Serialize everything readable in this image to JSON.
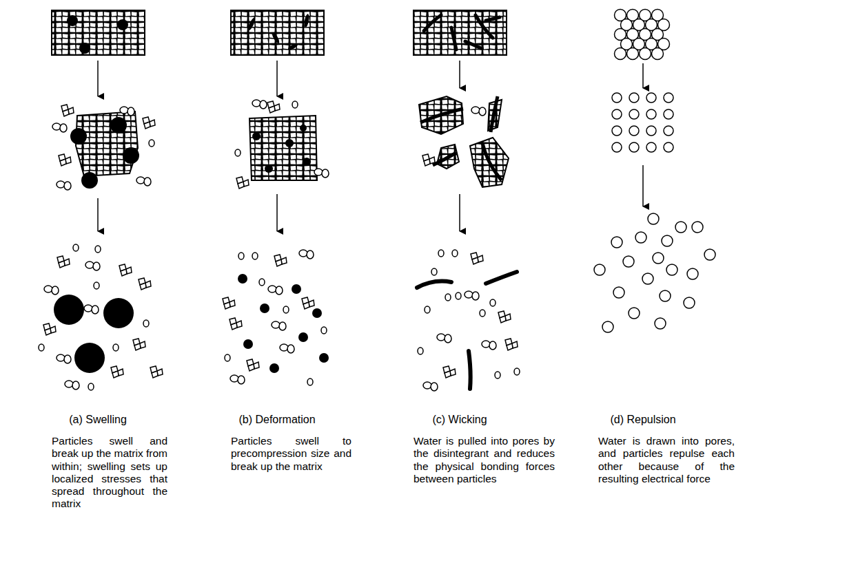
{
  "diagram": {
    "labels": [
      "(a) Swelling",
      "Particles swell and break up the matrix from within; swelling sets up localized stresses that spread throughout the matrix",
      "(b) Deformation",
      "Particles swell to precompression size and break up the matrix",
      "(c) Wicking",
      "Water is pulled into pores by the disintegrant and reduces the physical bonding forces between particles",
      "(d) Repulsion",
      "Water is drawn into pores, and particles repulse each other because of the resulting electrical force"
    ]
  }
}
